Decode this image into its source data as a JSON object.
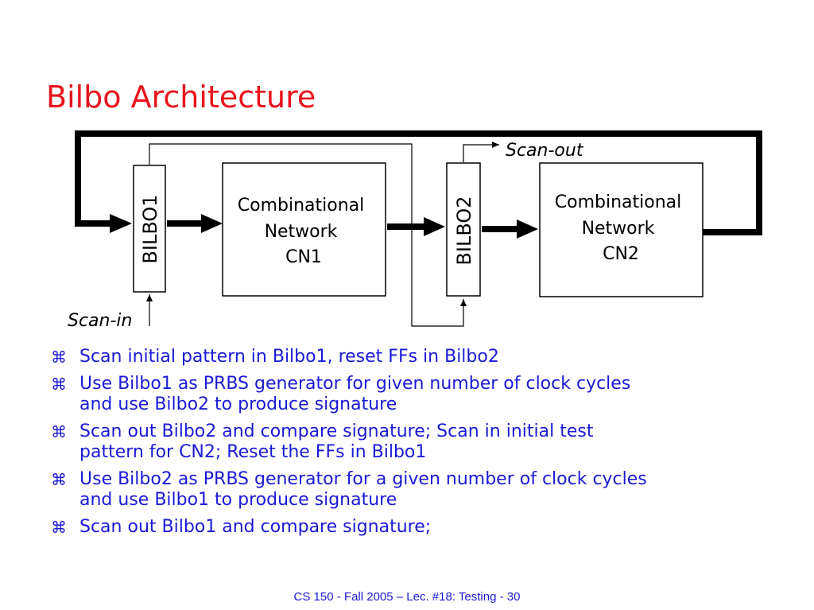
{
  "slide": {
    "title": "Bilbo Architecture",
    "footer": "CS 150 - Fall  2005 – Lec. #18: Testing - 30"
  },
  "diagram": {
    "bilbo1_label": "BILBO1",
    "bilbo2_label": "BILBO2",
    "cn1": [
      "Combinational",
      "Network",
      "CN1"
    ],
    "cn2": [
      "Combinational",
      "Network",
      "CN2"
    ],
    "scan_in": "Scan-in",
    "scan_out": "Scan-out"
  },
  "bullets": {
    "marker": "⌘",
    "items": [
      [
        "Scan initial pattern in Bilbo1, reset FFs in Bilbo2"
      ],
      [
        "Use Bilbo1 as PRBS generator for given number of clock cycles",
        "and use Bilbo2 to produce signature"
      ],
      [
        "Scan out Bilbo2 and compare signature; Scan in initial test",
        "pattern for CN2; Reset the FFs in Bilbo1"
      ],
      [
        "Use Bilbo2 as PRBS generator for a given number of clock cycles",
        "and use Bilbo1 to produce signature"
      ],
      [
        "Scan out Bilbo1 and compare signature;"
      ]
    ]
  }
}
